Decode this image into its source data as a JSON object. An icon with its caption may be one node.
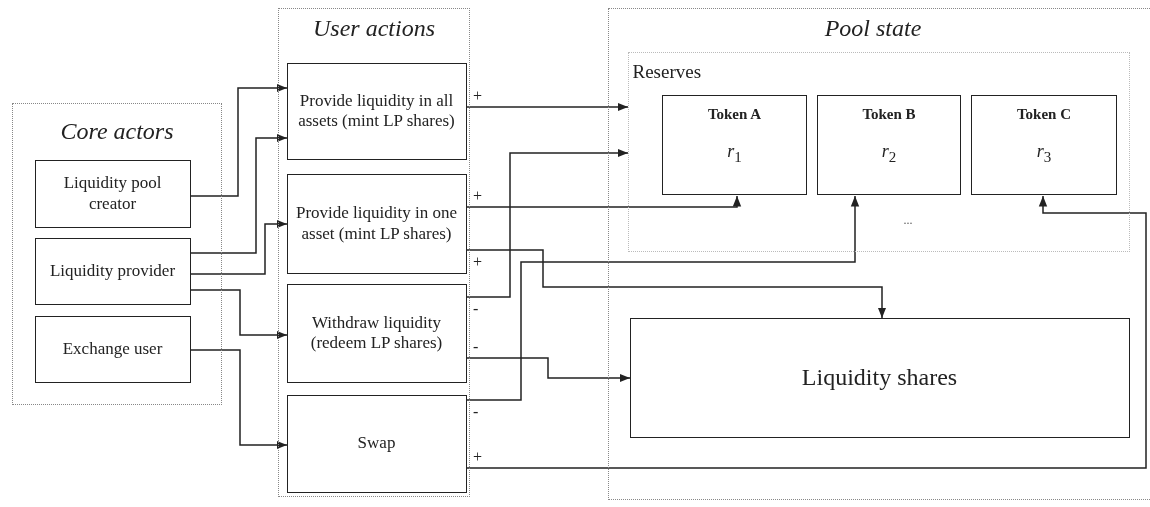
{
  "diagram": {
    "nodes": [
      {
        "text": [
          "Core actors"
        ]
      },
      {
        "text": [
          "Liquidity pool creator"
        ],
        "in": 0
      },
      {
        "text": [
          "Liquidity provider"
        ],
        "in": 0
      },
      {
        "text": [
          "Exchange user"
        ],
        "in": 0
      },
      {
        "text": [
          "User actions"
        ]
      },
      {
        "text": [
          "Provide liquidity in all assets (mint LP shares)"
        ],
        "in": 4
      },
      {
        "text": [
          "Provide liquidity in one asset (mint LP shares)"
        ],
        "in": 4
      },
      {
        "text": [
          "Withdraw liquidity (redeem LP shares)"
        ],
        "in": 4
      },
      {
        "text": [
          "Swap"
        ],
        "in": 4
      },
      {
        "text": [
          "Pool state"
        ]
      },
      {
        "text": [
          "Reserves",
          "..."
        ],
        "in": 9
      },
      {
        "text": [
          "Token A",
          "*r*$_{1}$"
        ],
        "in": 10
      },
      {
        "text": [
          "Token B",
          "*r*$_{2}$"
        ],
        "in": 10
      },
      {
        "text": [
          "Token C",
          "*r*$_{3}$"
        ],
        "in": 10
      },
      {
        "text": [
          "Liquidity shares"
        ],
        "in": 9
      }
    ],
    "edges": [
      {
        "from": 1,
        "to": 5,
        "arrow": "to"
      },
      {
        "from": 2,
        "to": 5,
        "arrow": "to"
      },
      {
        "from": 2,
        "to": 6,
        "arrow": "to"
      },
      {
        "from": 2,
        "to": 7,
        "arrow": "to"
      },
      {
        "from": 3,
        "to": 8,
        "arrow": "to"
      },
      {
        "from": 5,
        "to": 10,
        "label": "+",
        "arrow": "to"
      },
      {
        "from": 6,
        "to": 11,
        "label": "+",
        "arrow": "to"
      },
      {
        "from": 6,
        "to": 14,
        "label": "+",
        "arrow": "to"
      },
      {
        "from": 7,
        "to": 10,
        "label": "-",
        "arrow": "to"
      },
      {
        "from": 7,
        "to": 14,
        "label": "-",
        "arrow": "to"
      },
      {
        "from": 8,
        "to": 12,
        "label": "-",
        "arrow": "to"
      },
      {
        "from": 8,
        "to": 13,
        "label": "+",
        "arrow": "to"
      }
    ]
  }
}
